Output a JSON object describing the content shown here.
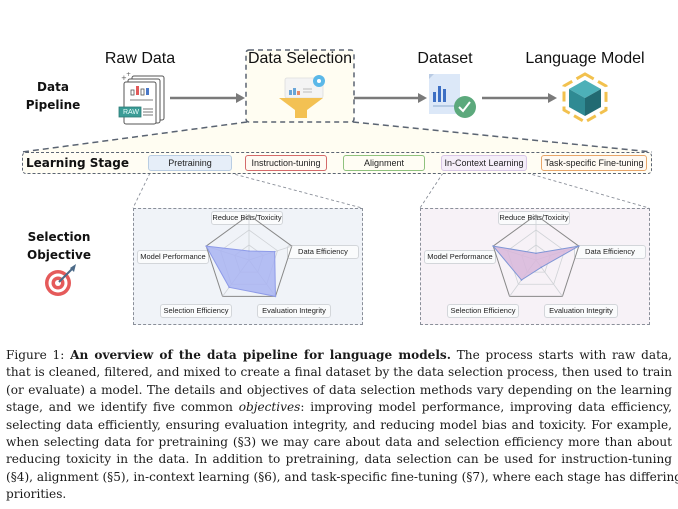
{
  "pipeline": {
    "row_label_line1": "Data",
    "row_label_line2": "Pipeline",
    "stages": [
      {
        "id": "raw-data",
        "title": "Raw Data",
        "icon": "raw-data-document-icon",
        "badge": "RAW"
      },
      {
        "id": "data-selection",
        "title": "Data Selection",
        "icon": "funnel-filter-icon"
      },
      {
        "id": "dataset",
        "title": "Dataset",
        "icon": "dataset-checked-icon"
      },
      {
        "id": "language-model",
        "title": "Language Model",
        "icon": "hexagon-cube-icon"
      }
    ]
  },
  "learning_stage": {
    "label": "Learning Stage",
    "stages": [
      {
        "label": "Pretraining",
        "border": "#b9cde3",
        "fill": "#e6eef8"
      },
      {
        "label": "Instruction-tuning",
        "border": "#d46a6a",
        "fill": "#fffaf3"
      },
      {
        "label": "Alignment",
        "border": "#8fc27e",
        "fill": "#fffdf4"
      },
      {
        "label": "In-Context Learning",
        "border": "#d8c6e6",
        "fill": "#f5eef9"
      },
      {
        "label": "Task-specific Fine-tuning",
        "border": "#e8a66a",
        "fill": "#fffaf3"
      }
    ]
  },
  "selection_objective": {
    "label_line1": "Selection",
    "label_line2": "Objective",
    "icon": "target-arrow-icon",
    "axes": [
      "Reduce Bias/Toxicity",
      "Data Efficiency",
      "Evaluation Integrity",
      "Selection Efficiency",
      "Model Performance"
    ],
    "panels": [
      {
        "stage": "Pretraining",
        "fill": "#a9b4f2",
        "stroke": "#8e9be8",
        "background": "#f0f3f8",
        "values": {
          "Reduce Bias/Toxicity": 0.2,
          "Data Efficiency": 0.6,
          "Evaluation Integrity": 1.0,
          "Selection Efficiency": 0.75,
          "Model Performance": 1.0
        }
      },
      {
        "stage": "In-Context Learning",
        "fill": "#d8b7da",
        "stroke": "#7f96d6",
        "background": "#f7f2f7",
        "values": {
          "Reduce Bias/Toxicity": 0.15,
          "Data Efficiency": 1.0,
          "Evaluation Integrity": 0.2,
          "Selection Efficiency": 0.55,
          "Model Performance": 1.0
        }
      }
    ]
  },
  "caption": {
    "prefix": "Figure 1: ",
    "bold": "An overview of the data pipeline for language models.",
    "lines": [
      " The process starts with raw data,",
      "that is cleaned, filtered, and mixed to create a final dataset by the data selection process, then used to train",
      "(or evaluate) a model. The details and objectives of data selection methods vary depending on the learning",
      "stage, and we identify five common ",
      "objectives",
      ": improving model performance, improving data efficiency,",
      "selecting data efficiently, ensuring evaluation integrity, and reducing model bias and toxicity. For example,",
      "when selecting data for pretraining (§3) we may care about data and selection efficiency more than about",
      "reducing toxicity in the data. In addition to pretraining, data selection can be used for instruction-tuning",
      "(§4), alignment (§5), in-context learning (§6), and task-specific fine-tuning (§7), where each stage has differing",
      "priorities."
    ]
  }
}
